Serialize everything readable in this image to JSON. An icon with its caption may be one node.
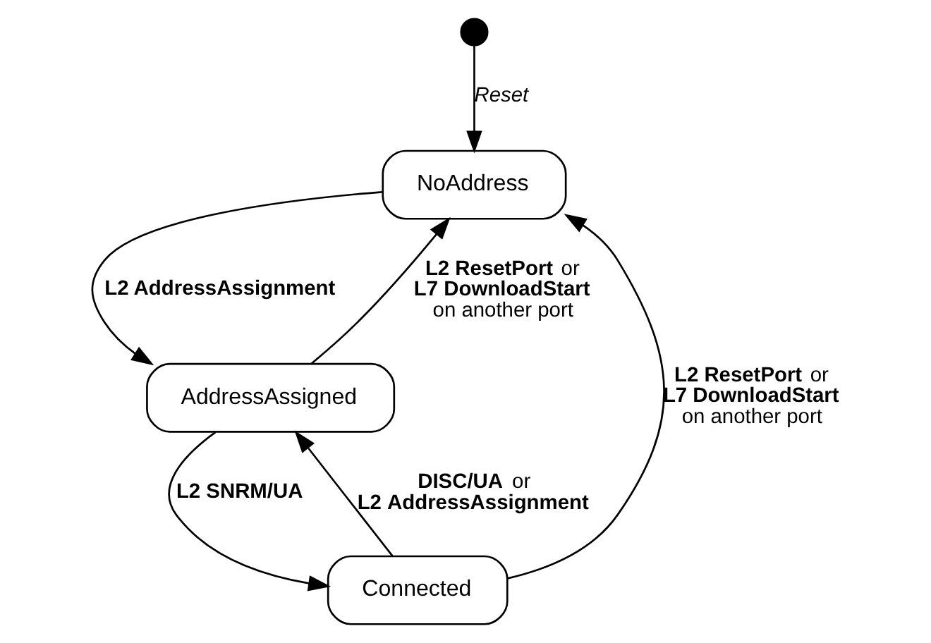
{
  "diagram": {
    "nodes": [
      {
        "text": [],
        "shape": "circle"
      },
      {
        "text": [
          "NoAddress"
        ]
      },
      {
        "text": [
          "AddressAssigned"
        ]
      },
      {
        "text": [
          "Connected"
        ]
      }
    ],
    "edges": [
      {
        "from": 0,
        "to": 1,
        "arrow": "to",
        "label": "Reset"
      },
      {
        "from": 1,
        "to": 2,
        "arrow": "to",
        "label": "L2 AddressAssignment"
      },
      {
        "from": 2,
        "to": 1,
        "arrow": "to",
        "label": "**L2 ResetPort** or **L7 DownloadStart** on another port"
      },
      {
        "from": 3,
        "to": 1,
        "arrow": "to",
        "label": "**L2 ResetPort** or **L7 DownloadStart** on another port"
      },
      {
        "from": 3,
        "to": 2,
        "arrow": "to",
        "label": "**DISC/UA** or **L2 AddressAssignment**"
      },
      {
        "from": 2,
        "to": 3,
        "arrow": "to",
        "label": "L2 SNRM/UA"
      }
    ]
  }
}
